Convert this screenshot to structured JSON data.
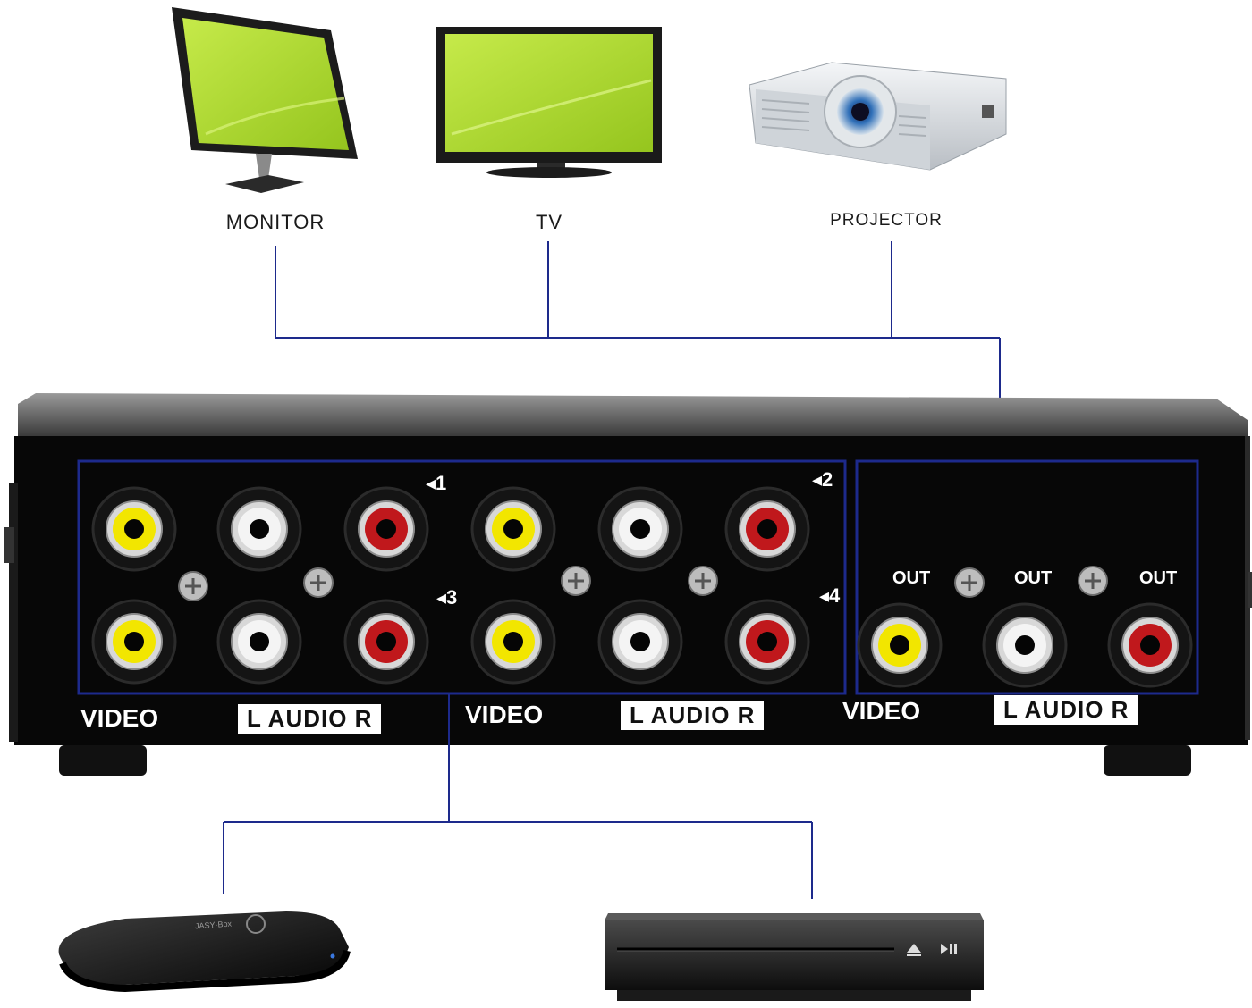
{
  "outputs": {
    "monitor_label": "MONITOR",
    "tv_label": "TV",
    "projector_label": "PROJECTOR"
  },
  "switcher": {
    "input_groups": [
      {
        "video_label": "VIDEO",
        "audio_label": "L  AUDIO R",
        "channels": [
          "◂1",
          "◂3"
        ]
      },
      {
        "video_label": "VIDEO",
        "audio_label": "L  AUDIO R",
        "channels": [
          "◂2",
          "◂4"
        ]
      }
    ],
    "output_group": {
      "out_labels": [
        "OUT",
        "OUT",
        "OUT"
      ],
      "video_label": "VIDEO",
      "audio_label": "L  AUDIO R"
    },
    "jack_colors": {
      "video": "#f2e600",
      "audio_left": "#f4f4f4",
      "audio_right": "#c0181c"
    },
    "highlight_color": "#1d2a8c"
  },
  "sources": {
    "media_box_brand": "JASY·Box"
  }
}
